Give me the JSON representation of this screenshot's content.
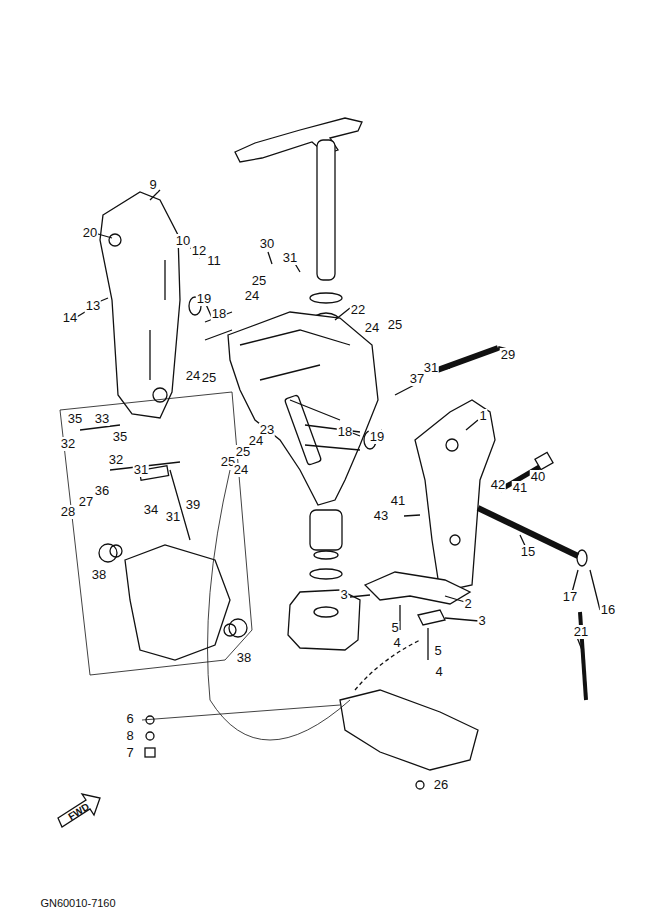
{
  "diagram": {
    "labels": [
      "20",
      "9",
      "10",
      "12",
      "11",
      "30",
      "31",
      "25",
      "24",
      "19",
      "18",
      "13",
      "14",
      "22",
      "24",
      "25",
      "31",
      "29",
      "25",
      "24",
      "37",
      "35",
      "33",
      "35",
      "32",
      "32",
      "36",
      "27",
      "28",
      "31",
      "34",
      "31",
      "39",
      "23",
      "24",
      "25",
      "25",
      "24",
      "18",
      "19",
      "1",
      "40",
      "41",
      "42",
      "41",
      "43",
      "15",
      "17",
      "16",
      "21",
      "3",
      "2",
      "3",
      "5",
      "4",
      "5",
      "4",
      "38",
      "38",
      "6",
      "8",
      "7",
      "26",
      "FWD",
      "GN60010-7160"
    ]
  }
}
